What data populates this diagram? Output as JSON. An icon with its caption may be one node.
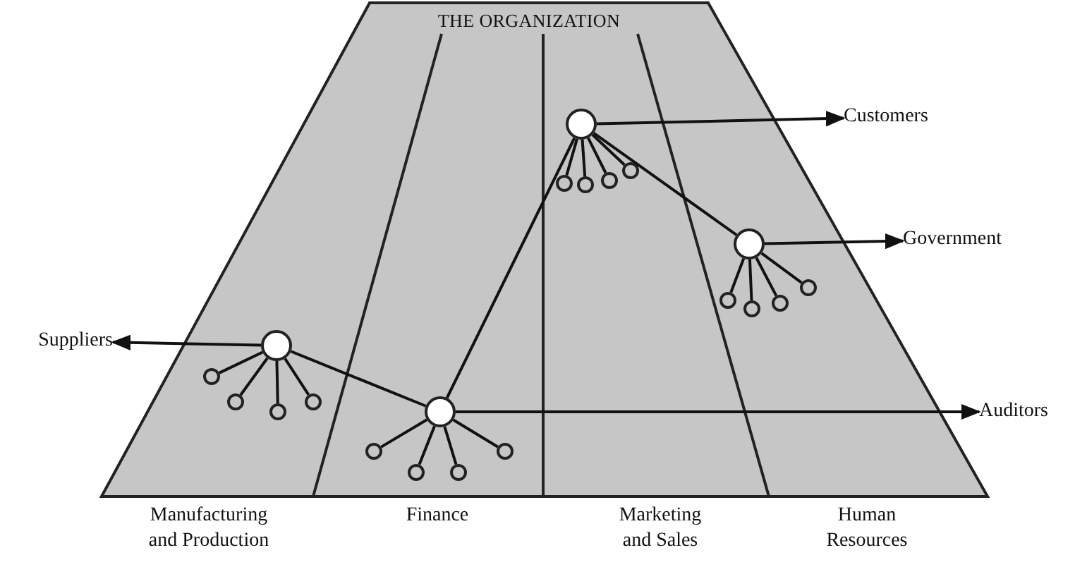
{
  "diagram": {
    "title": "THE ORGANIZATION",
    "nodes": [
      {
        "text": [],
        "shape": "circle"
      },
      {
        "text": [
          "Customers"
        ]
      },
      {
        "text": [],
        "shape": "circle"
      },
      {
        "text": [
          "Government"
        ]
      },
      {
        "text": [
          "Suppliers"
        ]
      },
      {
        "text": [],
        "shape": "circle"
      },
      {
        "text": [],
        "shape": "circle"
      },
      {
        "text": [
          "Auditors"
        ]
      },
      {
        "text": [],
        "shape": "circle"
      },
      {
        "text": [],
        "shape": "circle"
      },
      {
        "text": [],
        "shape": "circle"
      },
      {
        "text": [],
        "shape": "circle"
      },
      {
        "text": [],
        "shape": "circle"
      },
      {
        "text": [],
        "shape": "circle"
      },
      {
        "text": [],
        "shape": "circle"
      },
      {
        "text": [],
        "shape": "circle"
      },
      {
        "text": [],
        "shape": "circle"
      },
      {
        "text": [],
        "shape": "circle"
      },
      {
        "text": [],
        "shape": "circle"
      },
      {
        "text": [],
        "shape": "circle"
      },
      {
        "text": [],
        "shape": "circle"
      },
      {
        "text": [],
        "shape": "circle"
      },
      {
        "text": [],
        "shape": "circle"
      },
      {
        "text": [],
        "shape": "circle"
      }
    ],
    "edges": [
      {
        "from": 0,
        "to": 1,
        "arrow": "to"
      },
      {
        "from": 2,
        "to": 3,
        "arrow": "to"
      },
      {
        "from": 5,
        "to": 4,
        "arrow": "to"
      },
      {
        "from": 6,
        "to": 7,
        "arrow": "to"
      },
      {
        "from": 0,
        "to": 2,
        "arrow": "none"
      },
      {
        "from": 0,
        "to": 6,
        "arrow": "none"
      },
      {
        "from": 5,
        "to": 6,
        "arrow": "none"
      },
      {
        "from": 0,
        "to": 8,
        "arrow": "none"
      },
      {
        "from": 0,
        "to": 9,
        "arrow": "none"
      },
      {
        "from": 0,
        "to": 10,
        "arrow": "none"
      },
      {
        "from": 0,
        "to": 11,
        "arrow": "none"
      },
      {
        "from": 2,
        "to": 12,
        "arrow": "none"
      },
      {
        "from": 2,
        "to": 13,
        "arrow": "none"
      },
      {
        "from": 2,
        "to": 14,
        "arrow": "none"
      },
      {
        "from": 2,
        "to": 15,
        "arrow": "none"
      },
      {
        "from": 5,
        "to": 16,
        "arrow": "none"
      },
      {
        "from": 5,
        "to": 17,
        "arrow": "none"
      },
      {
        "from": 5,
        "to": 18,
        "arrow": "none"
      },
      {
        "from": 5,
        "to": 19,
        "arrow": "none"
      },
      {
        "from": 6,
        "to": 20,
        "arrow": "none"
      },
      {
        "from": 6,
        "to": 21,
        "arrow": "none"
      },
      {
        "from": 6,
        "to": 22,
        "arrow": "none"
      },
      {
        "from": 6,
        "to": 23,
        "arrow": "none"
      }
    ],
    "labels": [
      "Manufacturing and Production",
      "Finance",
      "Marketing and Sales",
      "Human Resources"
    ]
  }
}
